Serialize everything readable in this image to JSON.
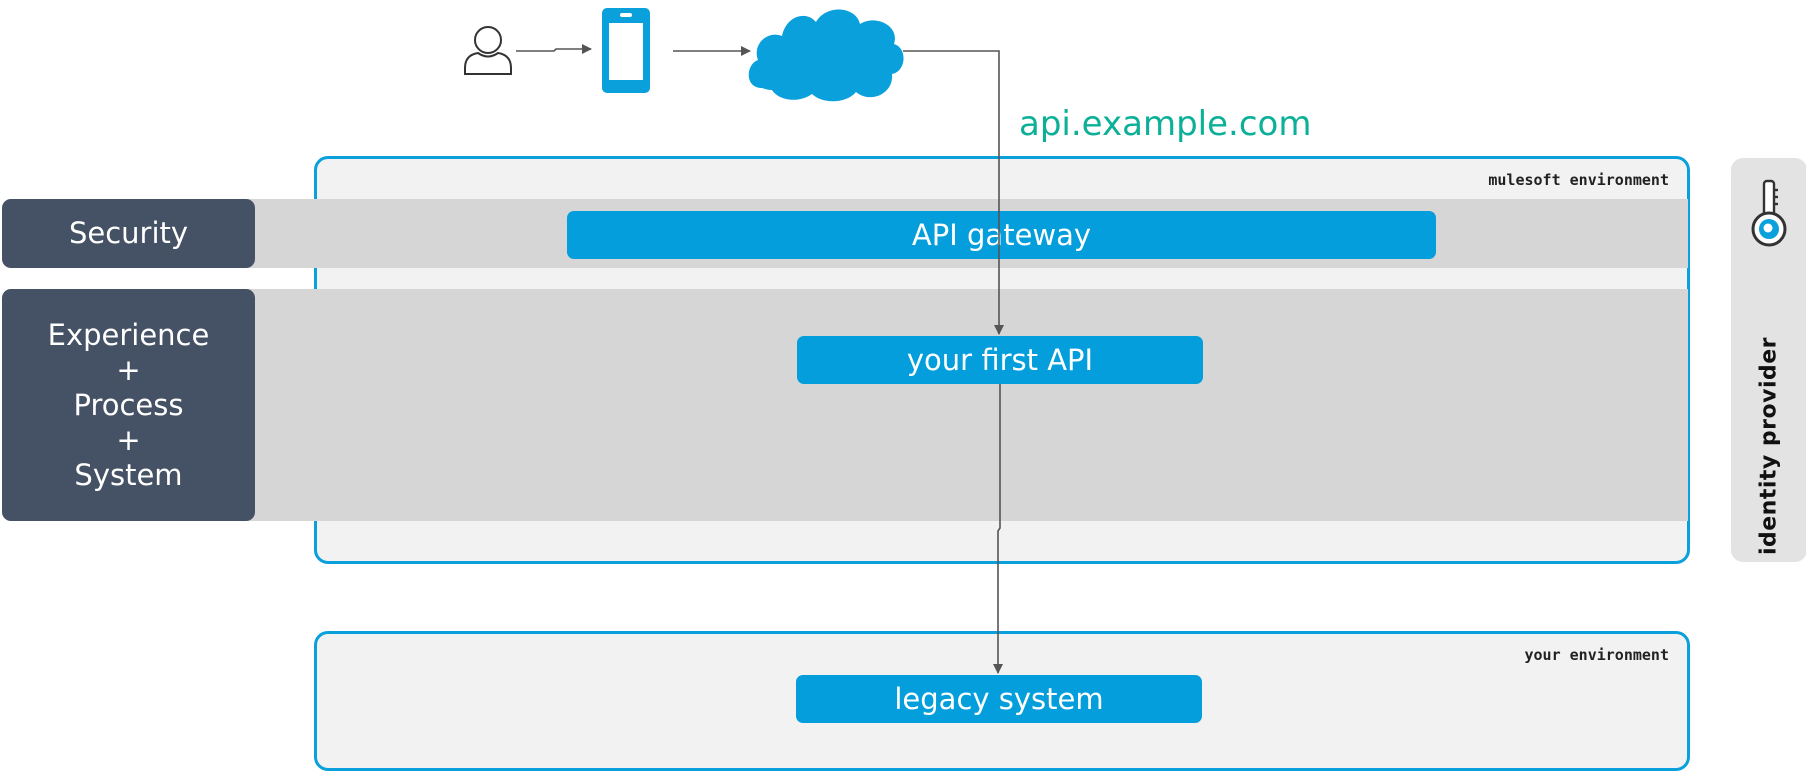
{
  "domain_label": "api.example.com",
  "environments": {
    "mulesoft": "mulesoft environment",
    "yours": "your environment"
  },
  "layers": {
    "security": "Security",
    "core": "Experience\n+\nProcess\n+\nSystem"
  },
  "boxes": {
    "gateway": "API gateway",
    "first_api": "your first API",
    "legacy": "legacy system"
  },
  "identity_provider": "identity provider",
  "colors": {
    "accent_blue": "#039edb",
    "frame_blue": "#0aa0dc",
    "label_dark": "#455164",
    "domain_teal": "#0cb098",
    "band_gray": "#d6d6d6"
  },
  "icons": [
    "user-icon",
    "mobile-phone-icon",
    "cloud-icon",
    "key-icon"
  ]
}
